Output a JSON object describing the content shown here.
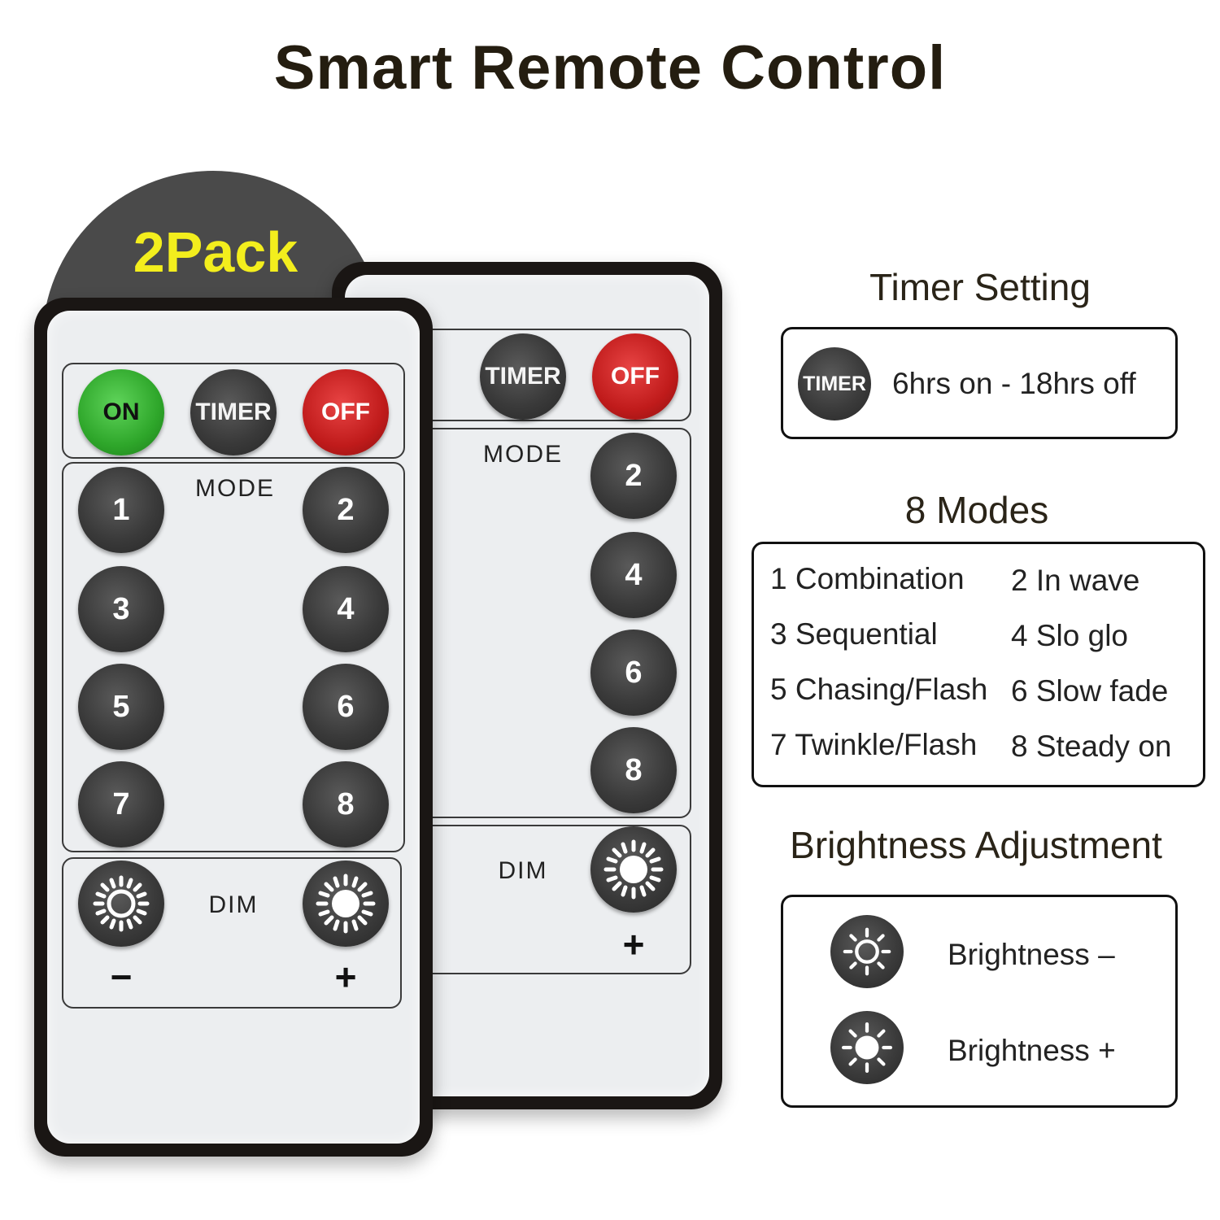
{
  "title": "Smart Remote Control",
  "pack_label": "2Pack",
  "remote": {
    "on": "ON",
    "timer": "TIMER",
    "off": "OFF",
    "mode": "MODE",
    "dim": "DIM",
    "minus": "−",
    "plus": "+",
    "numbers": [
      "1",
      "2",
      "3",
      "4",
      "5",
      "6",
      "7",
      "8"
    ]
  },
  "timer_section": {
    "heading": "Timer Setting",
    "button": "TIMER",
    "text": "6hrs on - 18hrs off"
  },
  "modes_section": {
    "heading": "8 Modes",
    "items": [
      "1 Combination",
      "2 In wave",
      "3 Sequential",
      "4 Slo glo",
      "5 Chasing/Flash",
      "6 Slow fade",
      "7 Twinkle/Flash",
      "8 Steady on"
    ]
  },
  "brightness_section": {
    "heading": "Brightness Adjustment",
    "minus": "Brightness –",
    "plus": "Brightness +"
  },
  "colors": {
    "on": "#2ea62a",
    "off": "#c01b1b",
    "button": "#3a3a3a",
    "pack_text": "#f3ee1d"
  }
}
